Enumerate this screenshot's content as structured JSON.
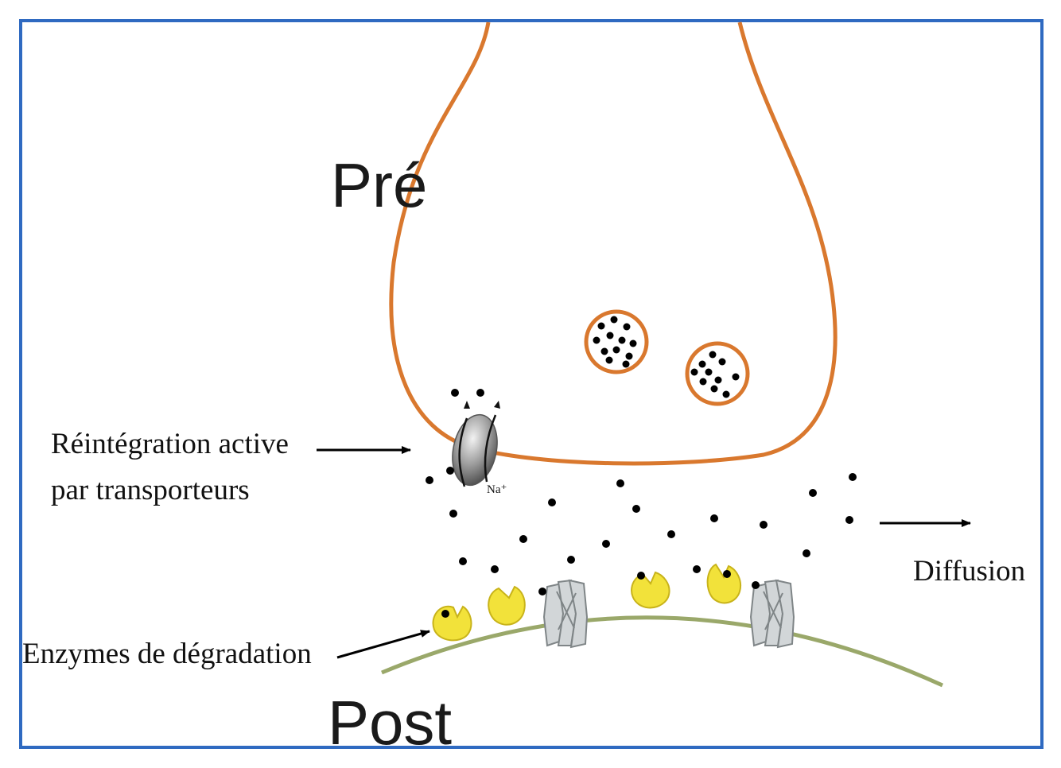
{
  "labels": {
    "pre": "Pré",
    "post": "Post",
    "reuptake_line1": "Réintégration active",
    "reuptake_line2": "par transporteurs",
    "enzymes": "Enzymes de dégradation",
    "diffusion": "Diffusion",
    "sodium": "Na⁺"
  },
  "colors": {
    "frame": "#2f6ac1",
    "presynaptic_membrane": "#d9782e",
    "postsynaptic_membrane": "#9aa86a",
    "neurotransmitter": "#000000",
    "enzyme_fill": "#f2e23a",
    "receptor_fill": "#d2d6d8",
    "transporter_fill": "#8e8e8e"
  },
  "components": {
    "vesicles": 2,
    "transporters": 1,
    "enzymes": 4,
    "receptors": 2
  }
}
